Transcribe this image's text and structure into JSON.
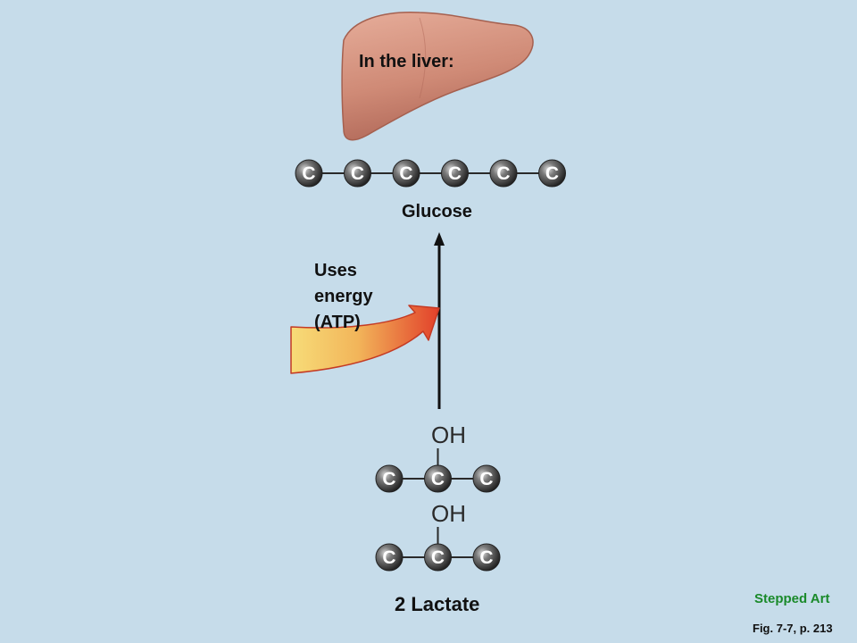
{
  "title": "In the liver:",
  "glucose": {
    "label": "Glucose",
    "atoms": [
      "C",
      "C",
      "C",
      "C",
      "C",
      "C"
    ]
  },
  "energy": {
    "lines": [
      "Uses",
      "energy",
      "(ATP)"
    ]
  },
  "lactate": {
    "label": "2 Lactate",
    "molecules": [
      {
        "group": "OH",
        "atoms": [
          "C",
          "C",
          "C"
        ]
      },
      {
        "group": "OH",
        "atoms": [
          "C",
          "C",
          "C"
        ]
      }
    ]
  },
  "footer": {
    "stepped": "Stepped Art",
    "figure": "Fig. 7-7, p. 213"
  },
  "colors": {
    "background": "#c6dcea",
    "liver": "#d08a78",
    "atom": "#3b3b3b",
    "arrow_gradient": [
      "#f5d46a",
      "#e9532b"
    ],
    "stepped_art": "#1a8a2a"
  }
}
